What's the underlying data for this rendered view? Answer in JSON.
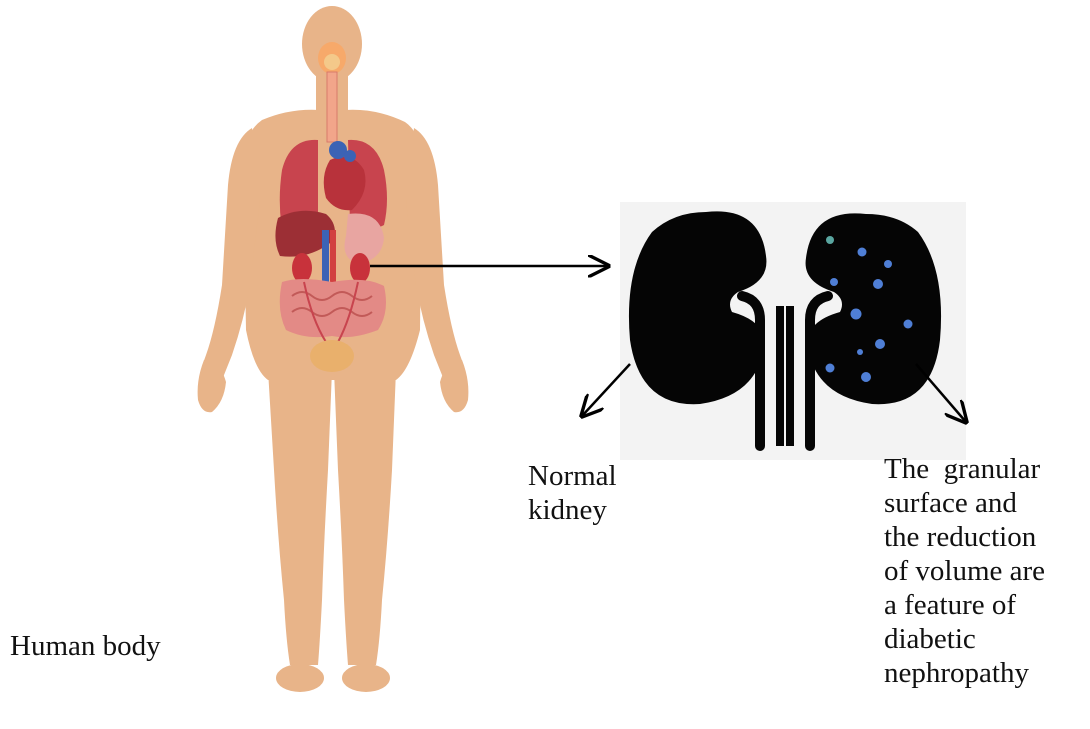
{
  "labels": {
    "human_body": "Human body",
    "normal_kidney": [
      "Normal",
      "kidney"
    ],
    "diabetic_kidney": [
      "The  granular",
      "surface and",
      "the reduction",
      "of volume are",
      "a feature of",
      "diabetic",
      "nephropathy"
    ]
  },
  "colors": {
    "skin": "#e8b489",
    "organ_red": "#c8444e",
    "kidney_fill": "#050505",
    "granule": "#4f7fd6",
    "panel_bg": "#f3f3f3"
  }
}
